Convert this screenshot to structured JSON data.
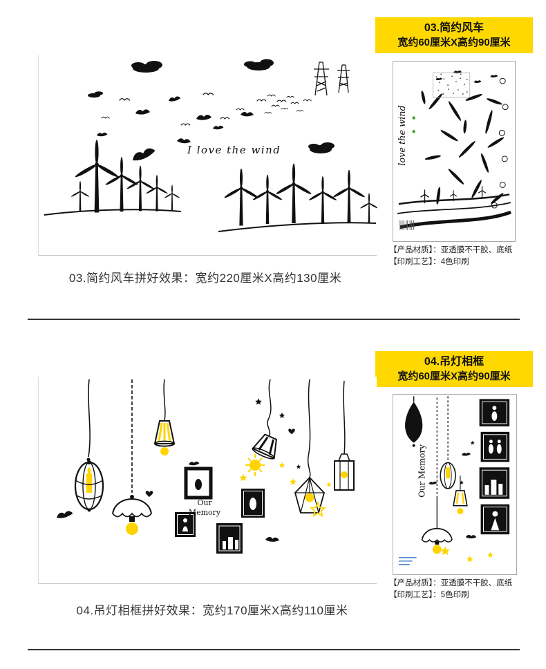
{
  "colors": {
    "badge_bg": "#FFD800",
    "accent": "#FFD400",
    "ink": "#111111",
    "text": "#333333",
    "green": "#3BA226",
    "blue": "#3A78C2"
  },
  "sections": [
    {
      "badge_line1": "03.简约风车",
      "badge_line2": "宽约60厘米X高约90厘米",
      "caption": "03.简约风车拼好效果：宽约220厘米X高约130厘米",
      "material": "【产品材质】：亚透膜不干胶、底纸",
      "printing": "【印刷工艺】：4色印刷",
      "art_text": "I love the wind",
      "sheet_text": "love the wind"
    },
    {
      "badge_line1": "04.吊灯相框",
      "badge_line2": "宽约60厘米X高约90厘米",
      "caption": "04.吊灯相框拼好效果：宽约170厘米X高约110厘米",
      "material": "【产品材质】：亚透膜不干胶、底纸",
      "printing": "【印刷工艺】：5色印刷",
      "art_text_line1": "Our",
      "art_text_line2": "Memory",
      "sheet_text": "Our Memory"
    }
  ]
}
